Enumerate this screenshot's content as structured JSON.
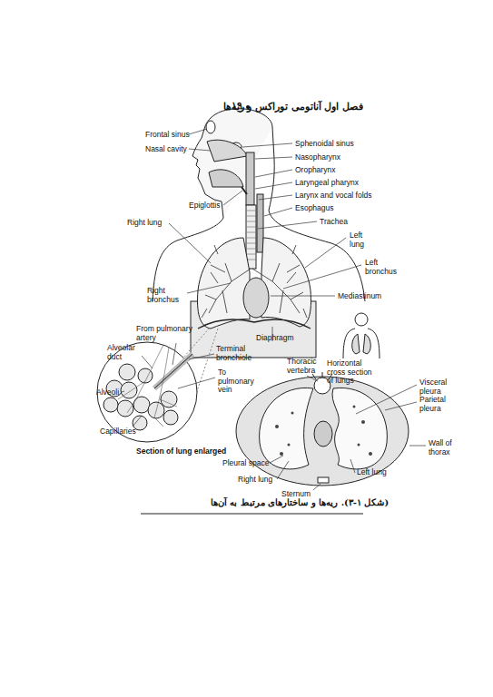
{
  "diagram": {
    "title": "فصل اول آناتومی توراکس و ریه‌ها",
    "caption": "(شکل ۱-۳). ریه‌ها و ساختارهای مرتبط به آن‌ها",
    "labels": [
      "Frontal sinus",
      "Nasal cavity",
      "Sphenoidal sinus",
      "Nasopharynx",
      "Oropharynx",
      "Laryngeal pharynx",
      "Larynx and vocal folds",
      "Esophagus",
      "Epiglottis",
      "Trachea",
      "Right lung",
      "Left lung",
      "Left bronchus",
      "Right bronchus",
      "Mediastinum",
      "From pulmonary artery",
      "Alveolar duct",
      "Terminal bronchiole",
      "Alveoli",
      "To pulmonary vein",
      "Diaphragm",
      "Thoracic vertebra",
      "Horizontal cross section of lungs",
      "Visceral pleura",
      "Parietal pleura",
      "Capillaries",
      "Section of lung enlarged",
      "Wall of thorax",
      "Pleural space",
      "Right lung",
      "Left lung",
      "Sternum",
      "۱۹"
    ]
  }
}
